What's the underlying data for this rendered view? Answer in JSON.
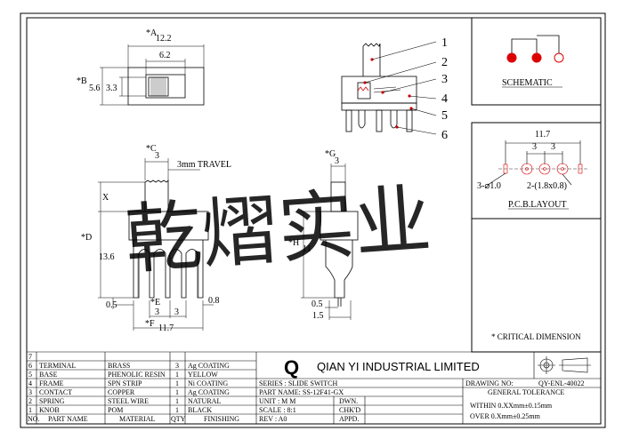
{
  "title_block": {
    "company": "QIAN YI INDUSTRIAL LIMITED",
    "logo_letter": "Q",
    "drawing_no_label": "DRAWING NO:",
    "drawing_no": "QY-ENL-40022",
    "general_tolerance": "GENERAL TOLERANCE",
    "tol_within": "WITHIN 0.XXmm±0.15mm",
    "tol_over": "OVER  0.Xmm±0.25mm",
    "series": "SERIES : SLIDE SWITCH",
    "part_name": "PART NAME: SS-12F41-GX",
    "unit": "UNIT : M M",
    "scale": "SCALE : 8:1",
    "rev": "REV  : A0",
    "dwn": "DWN.",
    "chkd": "CHK'D",
    "appd": "APPD."
  },
  "bom": {
    "headers": {
      "no": "NO.",
      "part": "PART NAME",
      "material": "MATERIAL",
      "qty": "QTY",
      "finish": "FINISHING"
    },
    "rows": [
      {
        "no": "7",
        "part": "",
        "material": "",
        "qty": "",
        "finish": ""
      },
      {
        "no": "6",
        "part": "TERMINAL",
        "material": "BRASS",
        "qty": "3",
        "finish": "Ag COATING"
      },
      {
        "no": "5",
        "part": "BASE",
        "material": "PHENOLIC RESIN",
        "qty": "1",
        "finish": "YELLOW"
      },
      {
        "no": "4",
        "part": "FRAME",
        "material": "SPN STRIP",
        "qty": "1",
        "finish": "Ni COATING"
      },
      {
        "no": "3",
        "part": "CONTACT",
        "material": "COPPER",
        "qty": "1",
        "finish": "Ag COATING"
      },
      {
        "no": "2",
        "part": "SPRING",
        "material": "STEEL WIRE",
        "qty": "1",
        "finish": "NATURAL"
      },
      {
        "no": "1",
        "part": "KNOB",
        "material": "POM",
        "qty": "1",
        "finish": "BLACK"
      }
    ]
  },
  "labels": {
    "schematic": "SCHEMATIC",
    "pcb_layout": "P.C.B.LAYOUT",
    "critical": "* CRITICAL  DIMENSION",
    "travel": "3mm TRAVEL",
    "watermark": "乾熠实业"
  },
  "dims": {
    "a_mark": "*A",
    "a": "12.2",
    "w_slot": "6.2",
    "b_mark": "*B",
    "b": "5.6",
    "b_inner": "3.3",
    "c_mark": "*C",
    "c": "3",
    "x": "X",
    "d_mark": "*D",
    "d": "13.6",
    "pin_w": "0.5",
    "e_mark": "*E",
    "pitch_l": "3",
    "pitch_r": "3",
    "pin_t": "0.8",
    "f_mark": "*F",
    "f": "11.7",
    "g_mark": "*G",
    "g": "3",
    "h_mark": "*H",
    "h": "11",
    "side_pin": "0.5",
    "side_w": "1.5",
    "pcb_total": "11.7",
    "pcb_p1": "3",
    "pcb_p2": "3",
    "pcb_hole": "3-⌀1.0",
    "pcb_slot": "2-(1.8x0.8)"
  },
  "balloons": [
    "1",
    "2",
    "3",
    "4",
    "5",
    "6"
  ],
  "colors": {
    "line": "#000000",
    "pin_red": "#dd0000",
    "watermark": "#29c2e8"
  }
}
